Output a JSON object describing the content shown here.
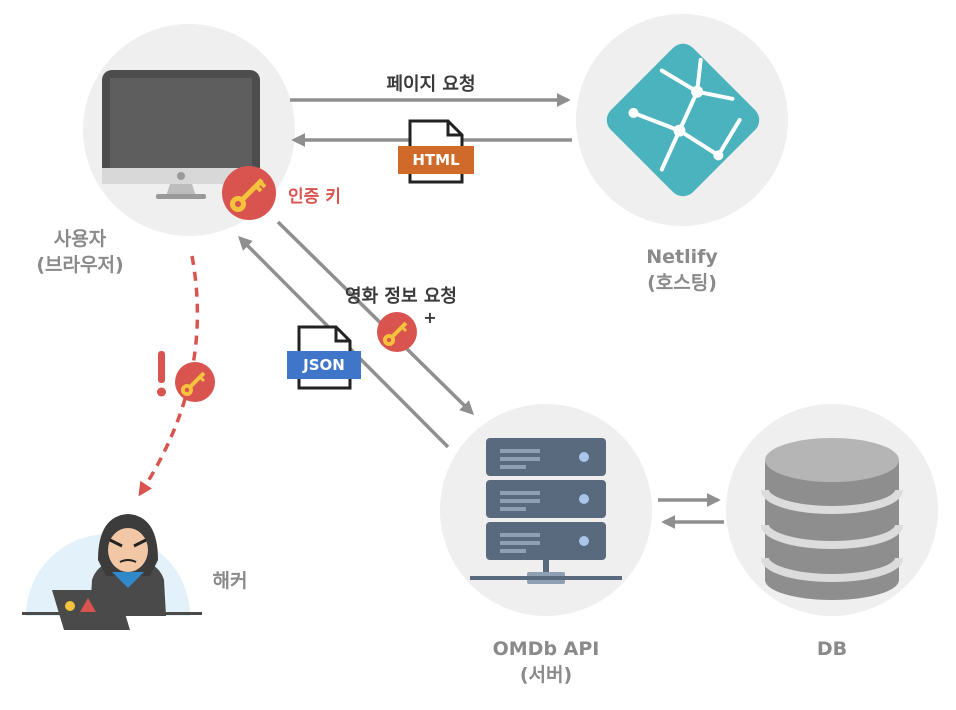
{
  "nodes": {
    "user": {
      "line1": "사용자",
      "line2": "(브라우저)"
    },
    "netlify": {
      "line1": "Netlify",
      "line2": "(호스팅)"
    },
    "server": {
      "line1": "OMDb API",
      "line2": "(서버)"
    },
    "db": {
      "label": "DB"
    },
    "hacker": {
      "label": "해커"
    }
  },
  "edges": {
    "page_request": "페이지 요청",
    "movie_request": "영화 정보 요청",
    "plus": "+",
    "auth_key": "인증 키"
  },
  "docs": {
    "html": "HTML",
    "json": "JSON"
  },
  "colors": {
    "circle_bg": "#efefef",
    "hacker_bg": "#e3f1fb",
    "arrow": "#8f8f8f",
    "red": "#d9534f",
    "html_badge": "#cf6a2b",
    "json_badge": "#3f76c9",
    "netlify": "#4bb3bd",
    "server": "#5a6a7e"
  }
}
